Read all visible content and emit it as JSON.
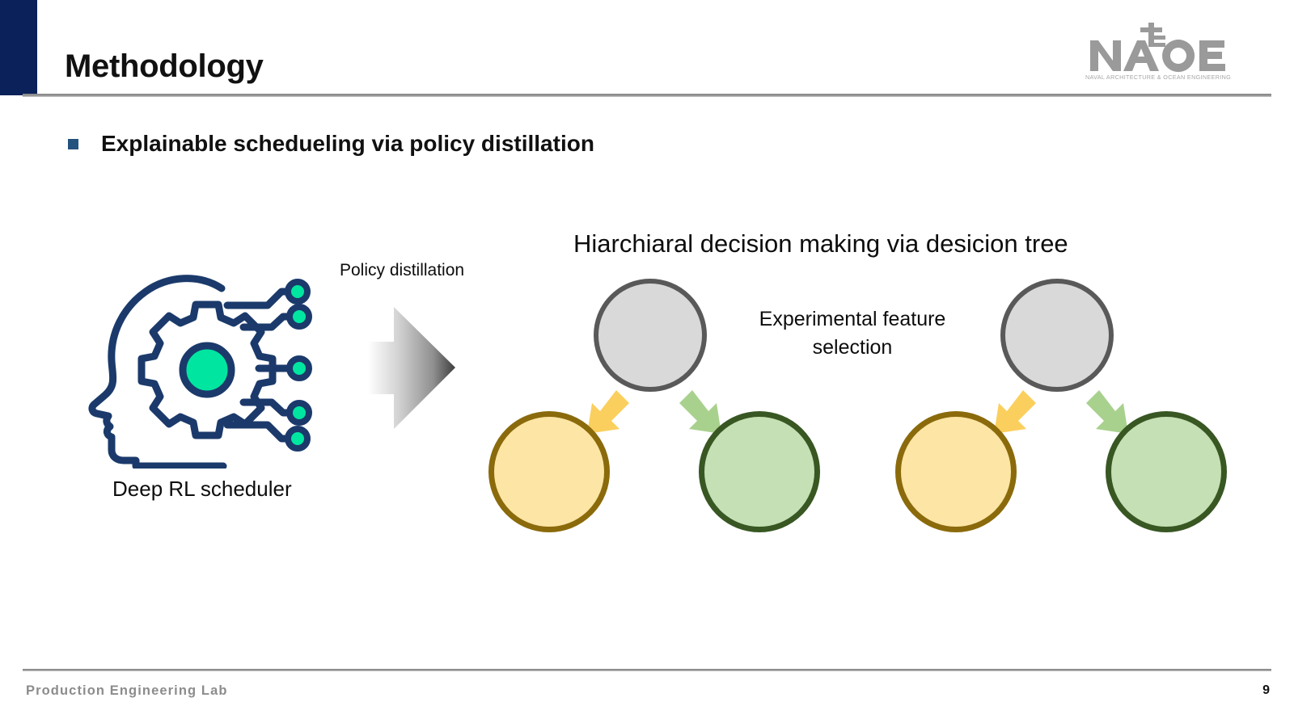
{
  "slide": {
    "title": "Methodology",
    "accent_navy": "#0A2159",
    "bullet_color": "#24527E"
  },
  "logo": {
    "name": "naoe-logo",
    "wordmark": "NAOE",
    "subtitle": "NAVAL ARCHITECTURE & OCEAN ENGINEERING",
    "color": "#9a9a9a"
  },
  "bullet": {
    "text": "Explainable schedueling via policy distillation"
  },
  "diagram": {
    "ai_icon": {
      "name": "ai-brain-gear-icon",
      "outline_color": "#1B3A6B",
      "accent_color": "#00E6A0",
      "node_count": 5
    },
    "deep_rl_label": "Deep RL scheduler",
    "arrow_label": "Policy distillation",
    "arrow": {
      "name": "policy-distillation-arrow",
      "gradient_from": "#ffffff",
      "gradient_to": "#404040"
    },
    "tree_title": "Hiarchiaral decision making via desicion tree",
    "feature_selection_label": "Experimental feature\nselection",
    "colors": {
      "root_fill": "#D9D9D9",
      "root_border": "#595959",
      "yes_fill": "#FCE5A5",
      "yes_border": "#8A6A0B",
      "no_fill": "#C5E0B4",
      "no_border": "#385723",
      "yes_arrow": "#FBCF5E",
      "no_arrow": "#A9D18E"
    },
    "subtrees": [
      {
        "name": "left-subtree",
        "root": "root-node",
        "children": [
          "yes-node",
          "no-node"
        ]
      },
      {
        "name": "right-subtree",
        "root": "root-node",
        "children": [
          "yes-node",
          "no-node"
        ]
      }
    ]
  },
  "footer": {
    "lab": "Production Engineering Lab",
    "page_number": "9"
  }
}
